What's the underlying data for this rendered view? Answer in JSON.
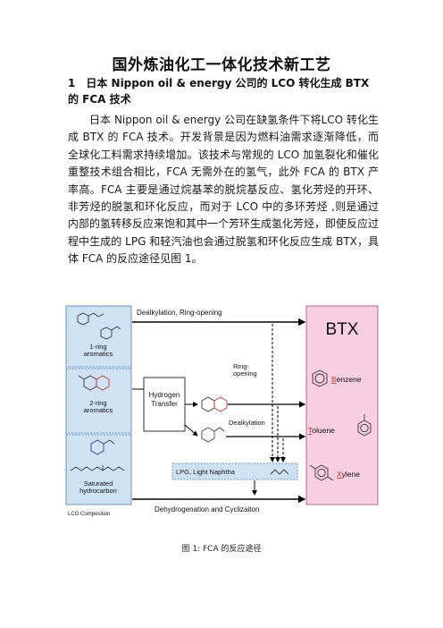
{
  "document": {
    "title": "国外炼油化工一体化技术新工艺",
    "section_heading": "1　日本 Nippon oil & energy 公司的 LCO 转化生成 BTX 的 FCA 技术",
    "paragraph": "日本 Nippon oil & energy 公司在缺氢条件下将LCO 转化生成 BTX 的 FCA 技术。开发背景是因为燃料油需求逐渐降低，而全球化工料需求持续增加。该技术与常规的 LCO 加氢裂化和催化重整技术组合相比，FCA 无需外在的氢气，此外 FCA 的 BTX 产率高。FCA 主要是通过烷基苯的脱烷基反应、氢化芳烃的开环、非芳烃的脱氢和环化反应，而对于 LCO 中的多环芳烃 ,则是通过内部的氢转移反应来饱和其中一个芳环生成氢化芳烃，即使反应过程中生成的 LPG 和轻汽油也会通过脱氢和环化反应生成 BTX，具体 FCA 的反应途径见图 1。",
    "caption": "图 1: FCA 的反应途径"
  },
  "figure": {
    "left_groups": [
      "1-ring\naromatics",
      "2-ring\naromatics",
      "Saturated\nhydrocarbon"
    ],
    "left_footer": "LCO Composition",
    "arrow_top": "Dealkylation, Ring-opening",
    "hydrogen_transfer": "Hydrogen\nTransfer",
    "ring_opening": "Ring-\nopening",
    "dealkylation": "Dealkylation",
    "lpg_box": "LPG, Light Naphtha",
    "arrow_bottom": "Dehydrogenation and Cyclizaiton",
    "btx_title": "BTX",
    "products": [
      {
        "initial": "B",
        "rest": "enzene"
      },
      {
        "initial": "T",
        "rest": "oluene"
      },
      {
        "initial": "X",
        "rest": "ylene"
      }
    ],
    "colors": {
      "left_panel": "#cfe2f3",
      "btx_panel": "#f7cfe0",
      "lpg_box": "#cfe2f3",
      "product_initial": "#c0392b"
    }
  }
}
